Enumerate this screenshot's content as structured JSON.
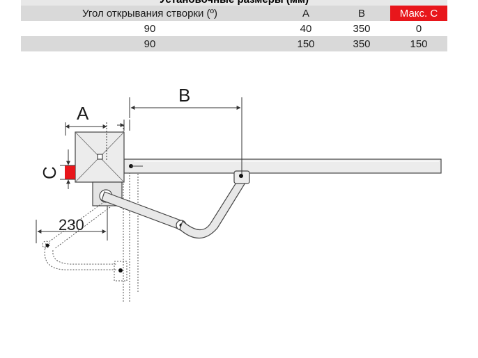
{
  "table": {
    "caption": "Установочные размеры (мм)",
    "headers": [
      "Угол открывания створки (º)",
      "A",
      "B",
      "Макс. C"
    ],
    "rows": [
      [
        "90",
        "40",
        "350",
        "0"
      ],
      [
        "90",
        "150",
        "350",
        "150"
      ]
    ]
  },
  "diagram": {
    "label_a": "A",
    "label_b": "B",
    "label_c": "C",
    "label_230": "230"
  },
  "colors": {
    "accent": "#e8161b",
    "header_bg": "#d9d9d9",
    "line": "#333333"
  }
}
